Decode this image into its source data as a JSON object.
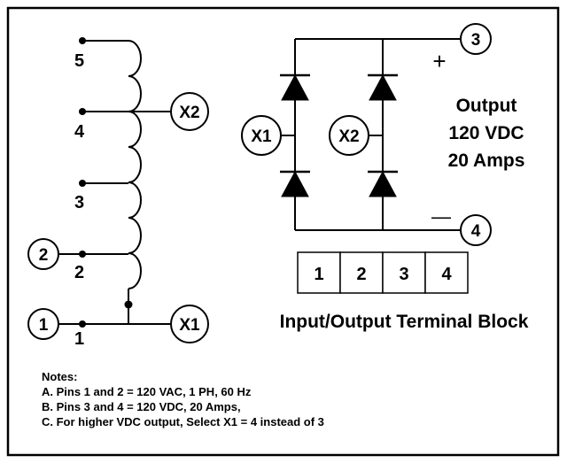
{
  "transformer": {
    "pins": [
      "5",
      "4",
      "3",
      "2",
      "1"
    ],
    "taps": {
      "x2": "X2",
      "x1": "X1",
      "in2": "2",
      "in1": "1"
    }
  },
  "bridge": {
    "x1": "X1",
    "x2": "X2",
    "out_pos": "3",
    "out_neg": "4",
    "plus": "+",
    "minus": "—"
  },
  "output": {
    "line1": "Output",
    "line2": "120 VDC",
    "line3": "20 Amps"
  },
  "terminal_block": {
    "cells": [
      "1",
      "2",
      "3",
      "4"
    ],
    "caption": "Input/Output Terminal Block"
  },
  "notes": {
    "heading": "Notes:",
    "a": "A. Pins 1 and 2 = 120 VAC, 1 PH, 60 Hz",
    "b": "B. Pins 3 and 4 = 120 VDC, 20 Amps,",
    "c": "C. For higher VDC output, Select X1 = 4 instead of 3"
  }
}
